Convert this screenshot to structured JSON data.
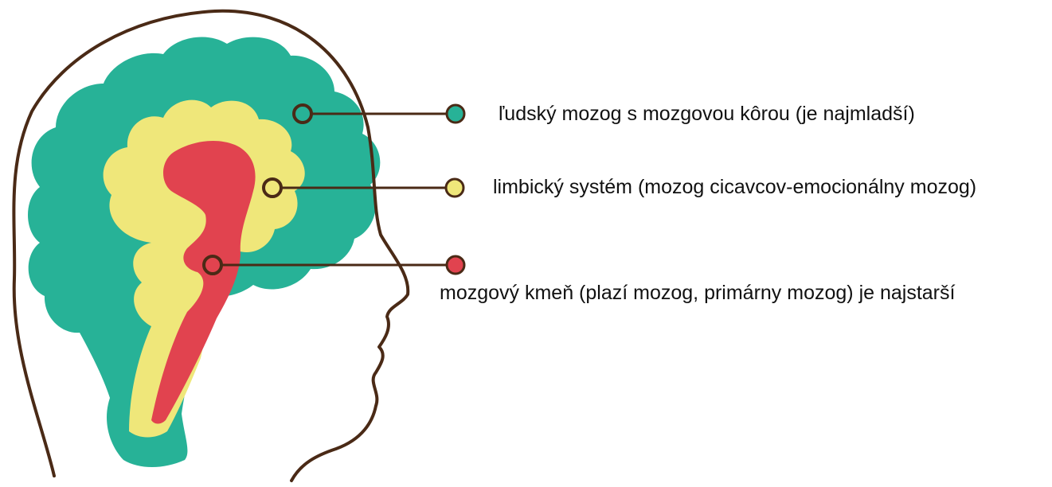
{
  "colors": {
    "cortex": "#27b297",
    "limbic": "#efe77a",
    "stem": "#e1434f",
    "outline": "#4a2a16"
  },
  "labels": {
    "cortex": "ľudský mozog s mozgovou kôrou (je najmladší)",
    "limbic": "limbický systém (mozog cicavcov-emocionálny mozog)",
    "stem": "mozgový kmeň (plazí mozog, primárny mozog) je najstarší"
  }
}
